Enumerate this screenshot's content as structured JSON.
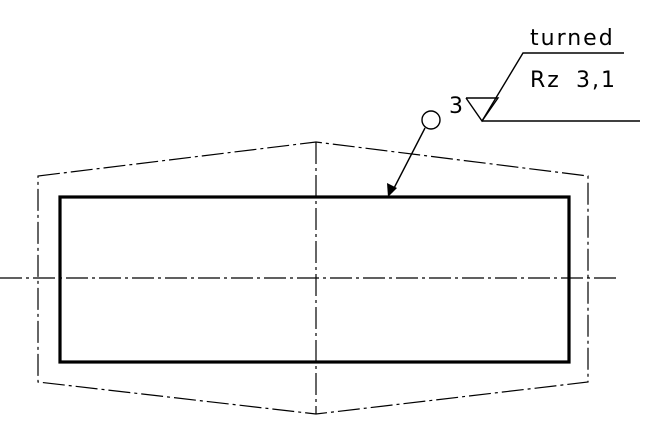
{
  "symbol": {
    "process": "turned",
    "parameter": "Rz",
    "value": "3,1",
    "allowance": "3"
  },
  "colors": {
    "line": "#000000",
    "background": "#ffffff"
  }
}
